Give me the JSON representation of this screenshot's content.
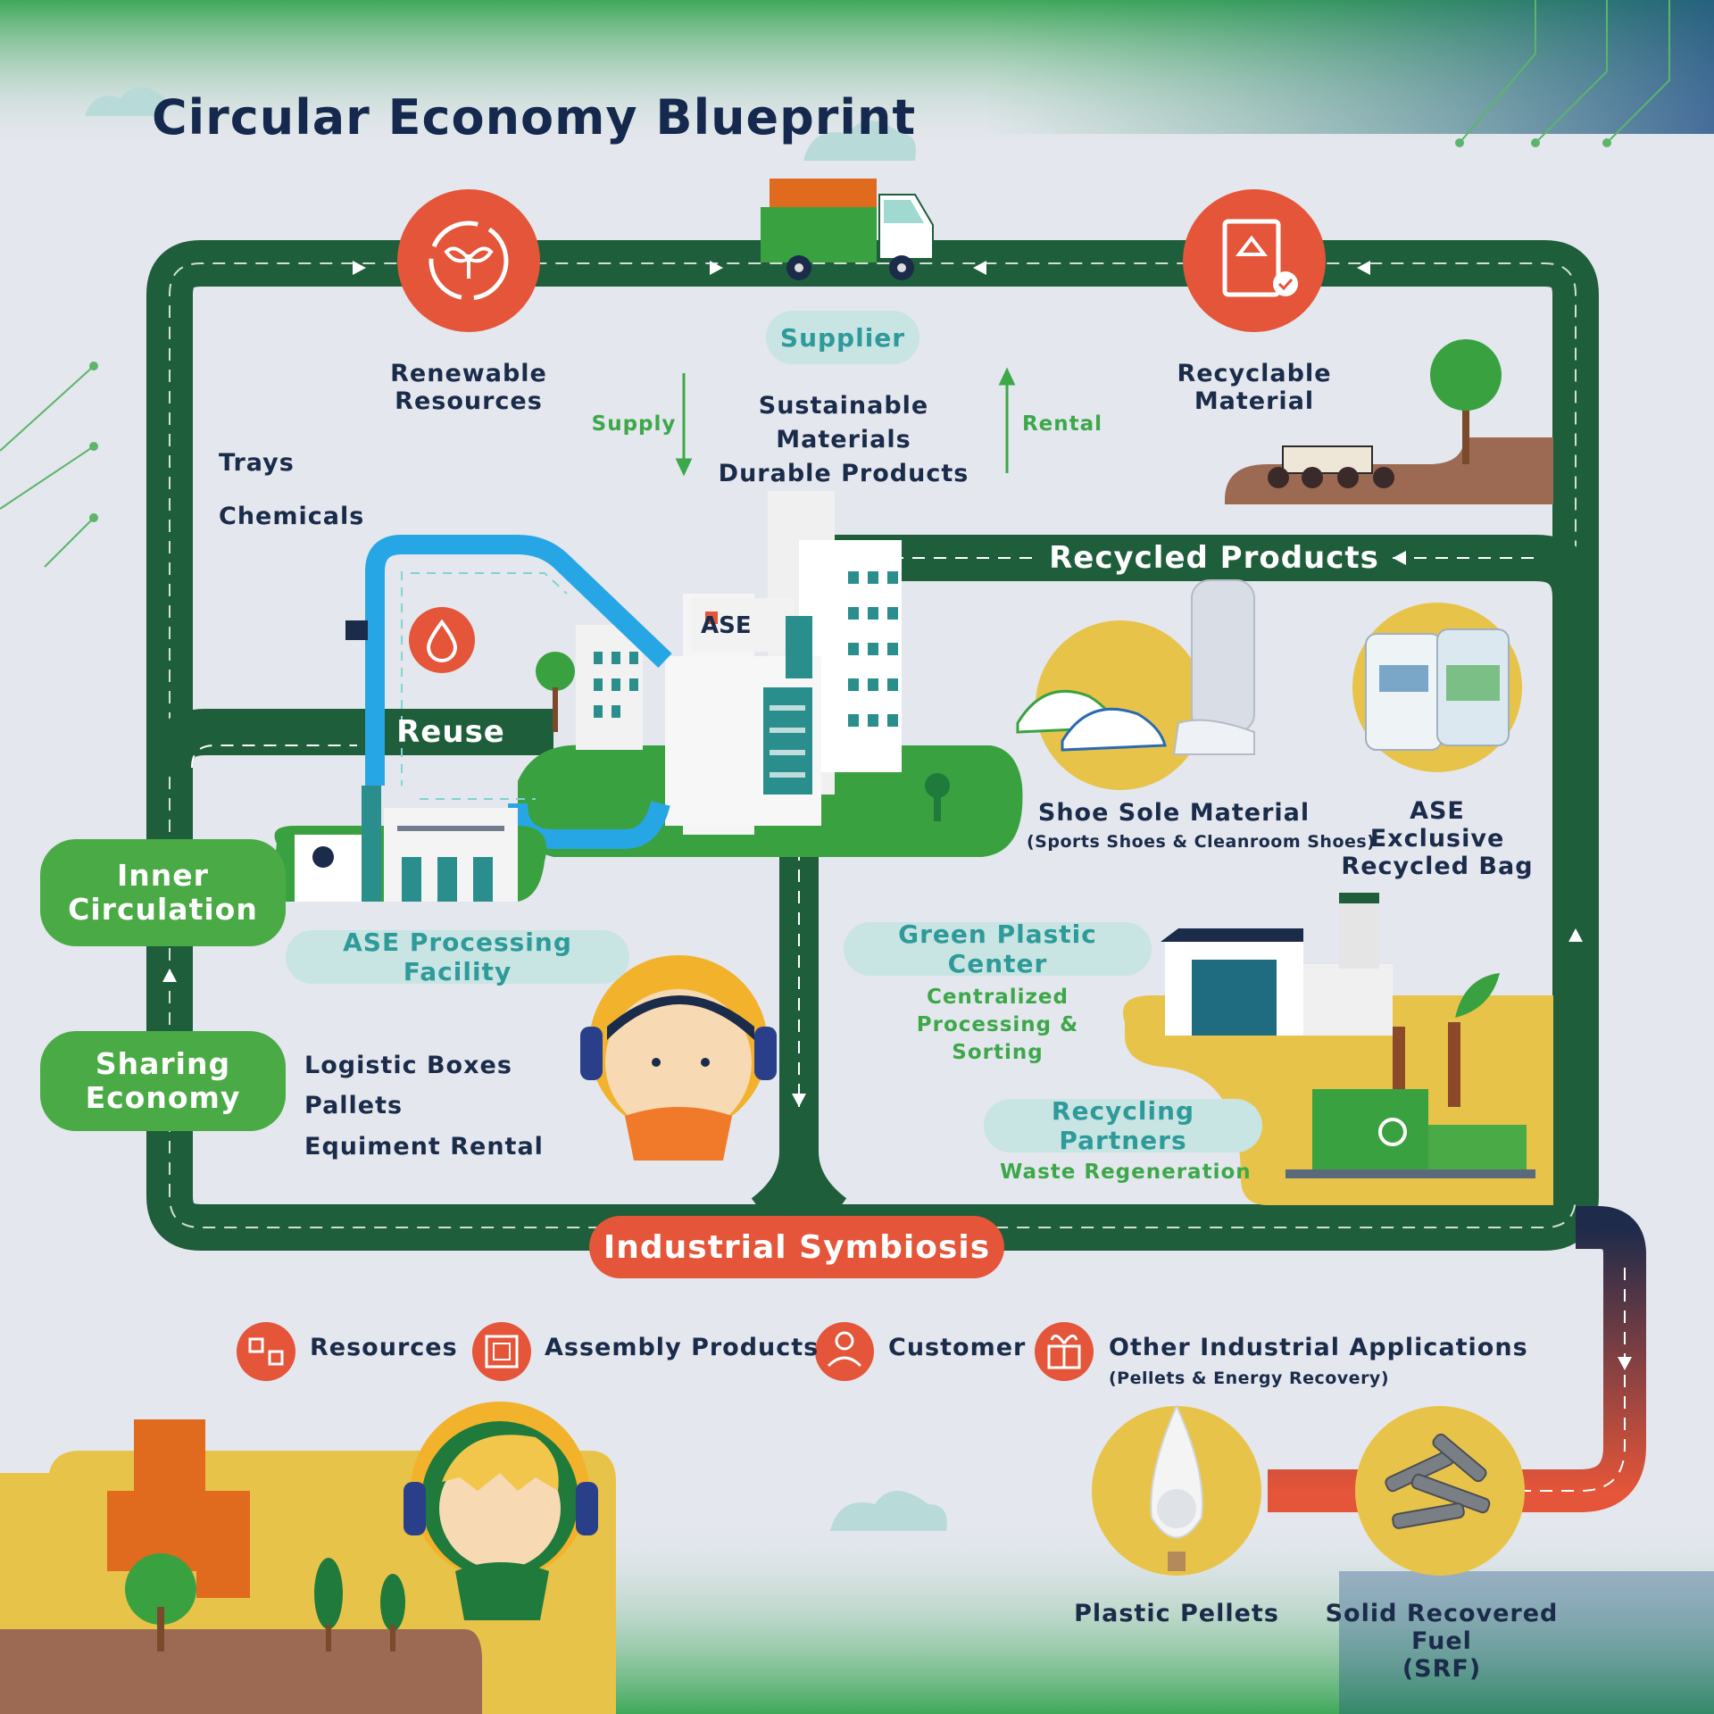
{
  "title": "Circular Economy Blueprint",
  "top_flow": {
    "renewable": "Renewable\nResources",
    "supplier": "Supplier",
    "supply": "Supply",
    "rental": "Rental",
    "materials": "Sustainable Materials\nDurable Products",
    "recyclable": "Recyclable\nMaterial"
  },
  "inputs": {
    "trays": "Trays",
    "chemicals": "Chemicals"
  },
  "recycled_products": {
    "band": "Recycled Products",
    "shoe": "Shoe Sole Material",
    "shoe_sub": "(Sports Shoes & Cleanroom Shoes)",
    "bag": "ASE Exclusive\nRecycled Bag"
  },
  "factory_logo": "ASE",
  "reuse": "Reuse",
  "inner_circulation": "Inner\nCirculation",
  "processing_facility": "ASE Processing Facility",
  "sharing_economy": "Sharing\nEconomy",
  "sharing_items": [
    "Logistic Boxes",
    "Pallets",
    "Equiment Rental"
  ],
  "green_plastic": {
    "name": "Green Plastic Center",
    "desc": "Centralized\nProcessing & Sorting"
  },
  "recycling_partners": {
    "name": "Recycling Partners",
    "desc": "Waste Regeneration"
  },
  "industrial_symbiosis": "Industrial Symbiosis",
  "legend": [
    {
      "icon": "resources-icon",
      "label": "Resources"
    },
    {
      "icon": "chip-icon",
      "label": "Assembly Products"
    },
    {
      "icon": "customer-icon",
      "label": "Customer"
    },
    {
      "icon": "gift-box-icon",
      "label": "Other Industrial Applications",
      "sub": "(Pellets & Energy Recovery)"
    }
  ],
  "outputs": {
    "pellets": "Plastic Pellets",
    "srf": "Solid Recovered Fuel\n(SRF)"
  },
  "colors": {
    "loop_green": "#1f5e3b",
    "accent_red": "#e45539",
    "bright_green": "#4aaa45",
    "teal": "#2e9a9a",
    "yellow": "#e8c34a",
    "navy": "#14294d"
  }
}
